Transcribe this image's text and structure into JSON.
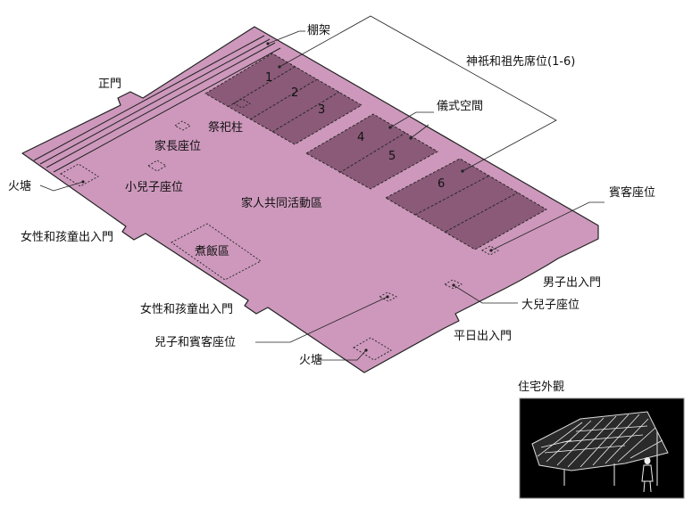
{
  "labels": {
    "shelf": "棚架",
    "altar_seats": "神祇和祖先席位(1-6)",
    "main_door": "正門",
    "ritual_space": "儀式空間",
    "ritual_pillar": "祭祀柱",
    "head_seat": "家長座位",
    "hearth_left": "火塘",
    "small_son_seat": "小兒子座位",
    "family_area": "家人共同活動區",
    "guest_seat": "賓客座位",
    "women_children_door_1": "女性和孩童出入門",
    "cooking_area": "煮飯區",
    "male_door": "男子出入門",
    "women_children_door_2": "女性和孩童出入門",
    "elder_son_seat": "大兒子座位",
    "daily_door": "平日出入門",
    "son_guest_seat": "兒子和賓客座位",
    "hearth_bottom": "火塘",
    "exterior_title": "住宅外觀"
  },
  "seat_numbers": [
    "1",
    "2",
    "3",
    "4",
    "5",
    "6"
  ],
  "colors": {
    "floor": "#cd98bc",
    "altar": "#8a5a78",
    "outline": "#222222",
    "photo_bg": "#000000"
  },
  "photo_icon": "thatched-house-icon"
}
